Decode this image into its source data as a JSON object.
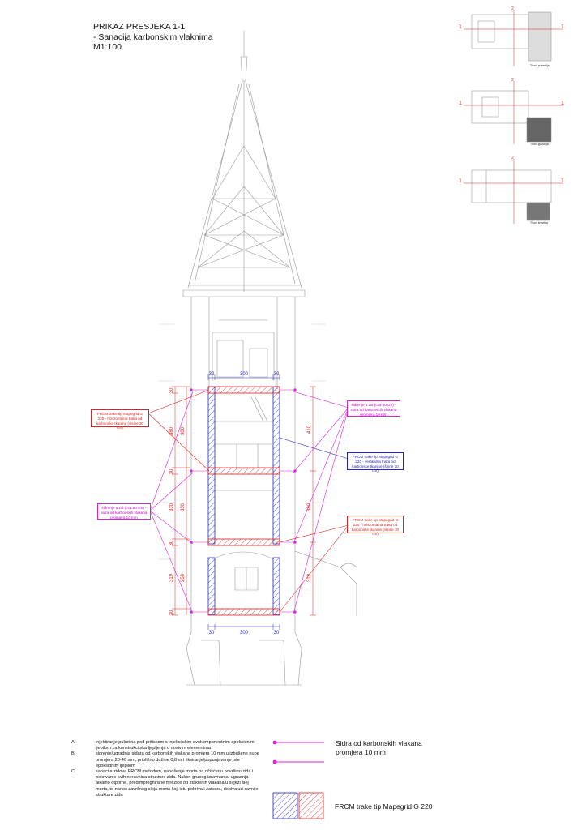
{
  "title": {
    "line1": "PRIKAZ PRESJEKA 1-1",
    "line2": "- Sanacija karbonskim vlaknima",
    "line3": "M1:100"
  },
  "dimensions": {
    "top_left": "30",
    "top_mid": "300",
    "top_right": "30",
    "bottom_left": "30",
    "bottom_mid": "300",
    "bottom_right": "30",
    "left_col": [
      "30",
      "380",
      "30",
      "330",
      "30",
      "319",
      "30"
    ],
    "left_inner": [
      "380",
      "330",
      "250"
    ],
    "right_col": [
      "410",
      "380",
      "319"
    ]
  },
  "callouts": {
    "frcm_top_left": "FRCM trake tip Mapegrid G 220 - horizontalna traka od karbonske tkanine (visine 30 cm)",
    "anchor_top_right": "sidrenje u zid (cca 80 cm) - sidra od karbonskih vlakana promjera 10 mm",
    "frcm_vertical_right": "FRCM trake tip Mapegrid G 220 - vertikalna traka od karbonske tkanine (širine 30 cm)",
    "anchor_mid_left": "sidrenje u zid (cca 80 cm) - sidra od karbonskih vlakana promjera 10 mm",
    "frcm_bottom_right": "FRCM trake tip Mapegrid G 220 - horizontalna traka od karbonske tkanine (visine 30 cm)"
  },
  "plans": {
    "label1": "Tlocrt prizemlja",
    "label2": "Tlocrt govorilja",
    "label3": "Tlocrt krovišta",
    "section_mark": "1",
    "section_mark2": "2"
  },
  "notes": [
    {
      "key": "A.",
      "text": "injektiranje pukotina pod pritiskom s injekcijskim dvokomponentnim epoksidnim ljepilom za konstrukcijska ljepljenja u nosivim elementima"
    },
    {
      "key": "B.",
      "text": "sidrenje/ugradnja sidara od karbonskih vlakana promjera 10 mm u izbušene nupe promjera 20-40 mm, približno dužine 0,8 m i fiksiranje/popunjavanje iste epoksidnim ljepilom"
    },
    {
      "key": "C.",
      "text": "sanacija zidova FRCM metodom, nanošenje morta na očišćenu površinu zida i pokrivanje svih neravnina strukture zida. Nakon grubog izravnanja, ugradnja alkalno otporne, predimpregnirane mrežice od staklenih vlakana u svježi sloj morta, te nanos završnog sloja morta koji istu pokriva i zatvara, dobivajući ravnije strukture zida"
    }
  ],
  "legend": {
    "anchor_text": "Sidra od karbonskih vlakana promjera 10 mm",
    "frcm_text": "FRCM trake tip Mapegrid G 220"
  },
  "colors": {
    "red": "#dd2222",
    "magenta": "#dd22dd",
    "blue": "#2222cc",
    "line": "#888888"
  }
}
